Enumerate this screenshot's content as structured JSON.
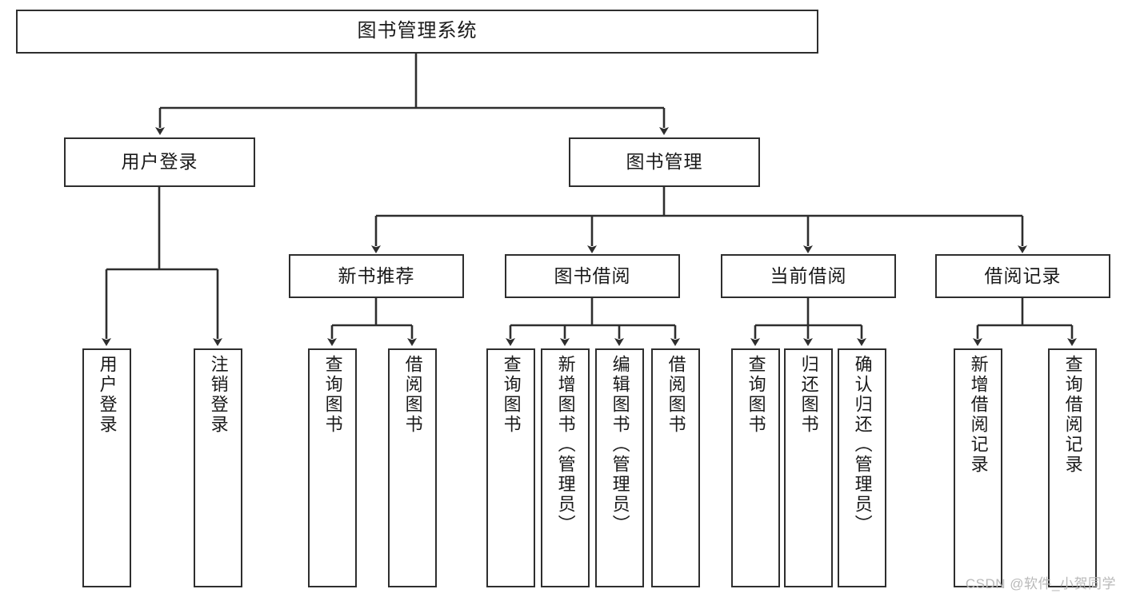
{
  "diagram": {
    "title": "图书管理系统",
    "type": "tree-hierarchy-diagram",
    "watermark": "CSDN @软件_小贺同学",
    "colors": {
      "box_border": "#2e2e2e",
      "box_fill": "#ffffff",
      "line": "#2e2e2e",
      "text": "#1a1a1a",
      "watermark": "#b9b9b9",
      "background": "#ffffff"
    },
    "root": {
      "label": "图书管理系统"
    },
    "level2": [
      {
        "label": "用户登录"
      },
      {
        "label": "图书管理"
      }
    ],
    "level3": [
      {
        "label": "新书推荐"
      },
      {
        "label": "图书借阅"
      },
      {
        "label": "当前借阅"
      },
      {
        "label": "借阅记录"
      }
    ],
    "leaves": {
      "user_login": [
        {
          "label": "用户登录"
        },
        {
          "label": "注销登录"
        }
      ],
      "new_book": [
        {
          "label": "查询图书"
        },
        {
          "label": "借阅图书"
        }
      ],
      "book_borrow": [
        {
          "label": "查询图书"
        },
        {
          "label": "新增图书（管理员）"
        },
        {
          "label": "编辑图书（管理员）"
        },
        {
          "label": "借阅图书"
        }
      ],
      "current_borrow": [
        {
          "label": "查询图书"
        },
        {
          "label": "归还图书"
        },
        {
          "label": "确认归还（管理员）"
        }
      ],
      "borrow_record": [
        {
          "label": "新增借阅记录"
        },
        {
          "label": "查询借阅记录"
        }
      ]
    }
  }
}
